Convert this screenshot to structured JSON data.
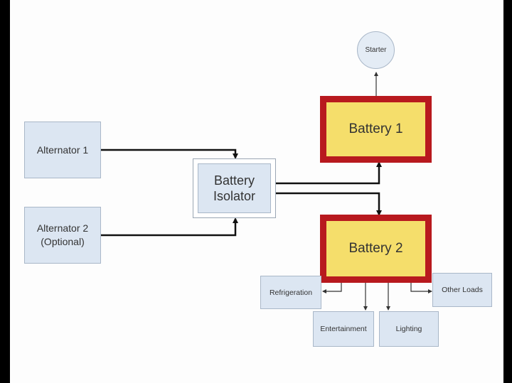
{
  "diagram": {
    "nodes": {
      "alternator1": "Alternator 1",
      "alternator2": "Alternator 2\n(Optional)",
      "isolator": "Battery\nIsolator",
      "battery1": "Battery 1",
      "battery2": "Battery 2",
      "starter": "Starter",
      "refrigeration": "Refrigeration",
      "entertainment": "Entertainment",
      "lighting": "Lighting",
      "other_loads": "Other Loads"
    },
    "colors": {
      "box_fill": "#dce6f2",
      "battery_fill": "#f5de6b",
      "battery_border": "#b8191e",
      "wire": "#111111"
    }
  }
}
